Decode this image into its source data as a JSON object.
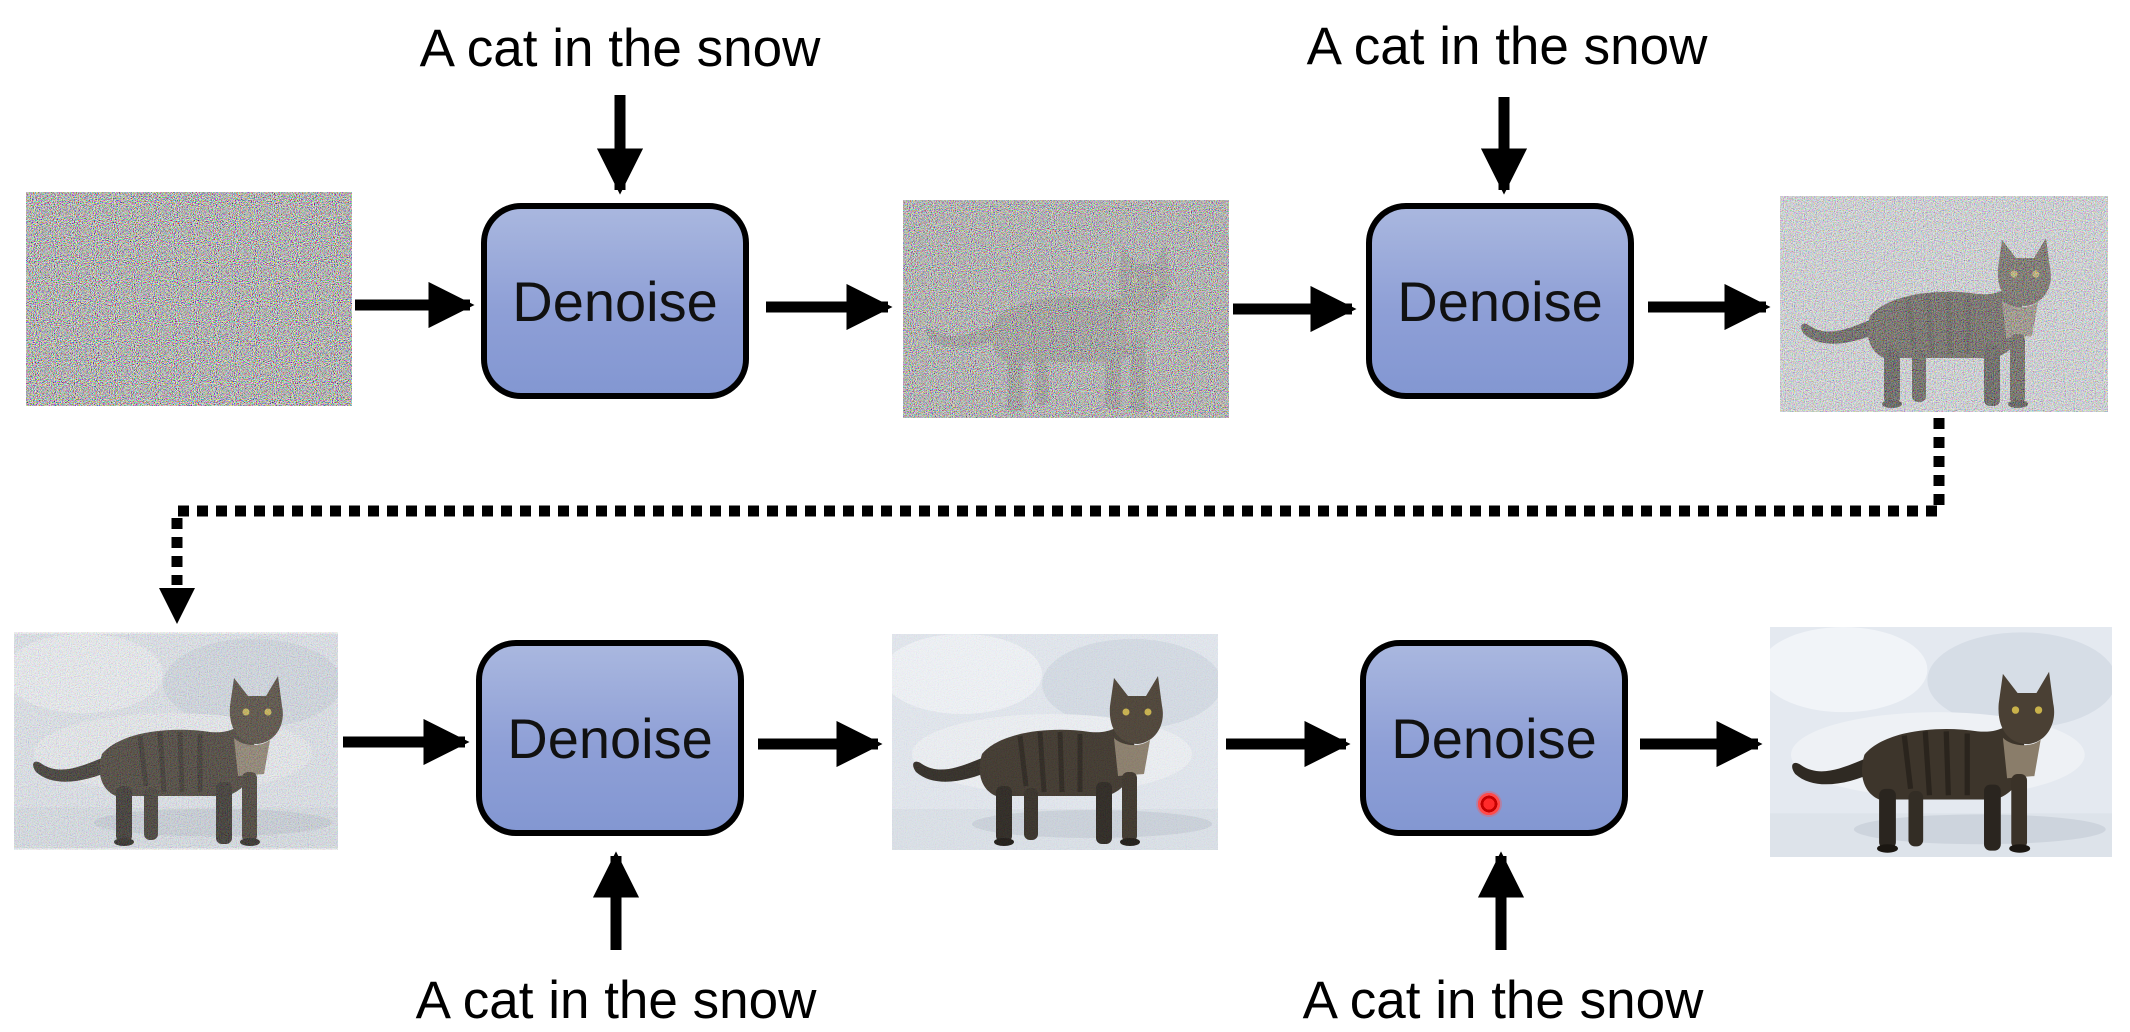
{
  "prompt_text": "A cat in the snow",
  "denoise_label": "Denoise",
  "prompts": {
    "top_1": "A cat in the snow",
    "top_2": "A cat in the snow",
    "bottom_1": "A cat in the snow",
    "bottom_2": "A cat in the snow"
  },
  "blocks": {
    "top_1": "Denoise",
    "top_2": "Denoise",
    "bottom_1": "Denoise",
    "bottom_2": "Denoise"
  },
  "images": [
    {
      "id": "noise-pure",
      "noise_level": 1.0
    },
    {
      "id": "noise-heavy",
      "noise_level": 0.75
    },
    {
      "id": "noise-medium",
      "noise_level": 0.45
    },
    {
      "id": "noise-light",
      "noise_level": 0.15
    },
    {
      "id": "noise-faint",
      "noise_level": 0.05
    },
    {
      "id": "clean",
      "noise_level": 0.0
    }
  ],
  "colors": {
    "block_fill": "#8e9fd6",
    "arrow": "#000000",
    "snow": "#e6ebf2",
    "cat": "#3a3228",
    "cursor": "#e01010"
  }
}
